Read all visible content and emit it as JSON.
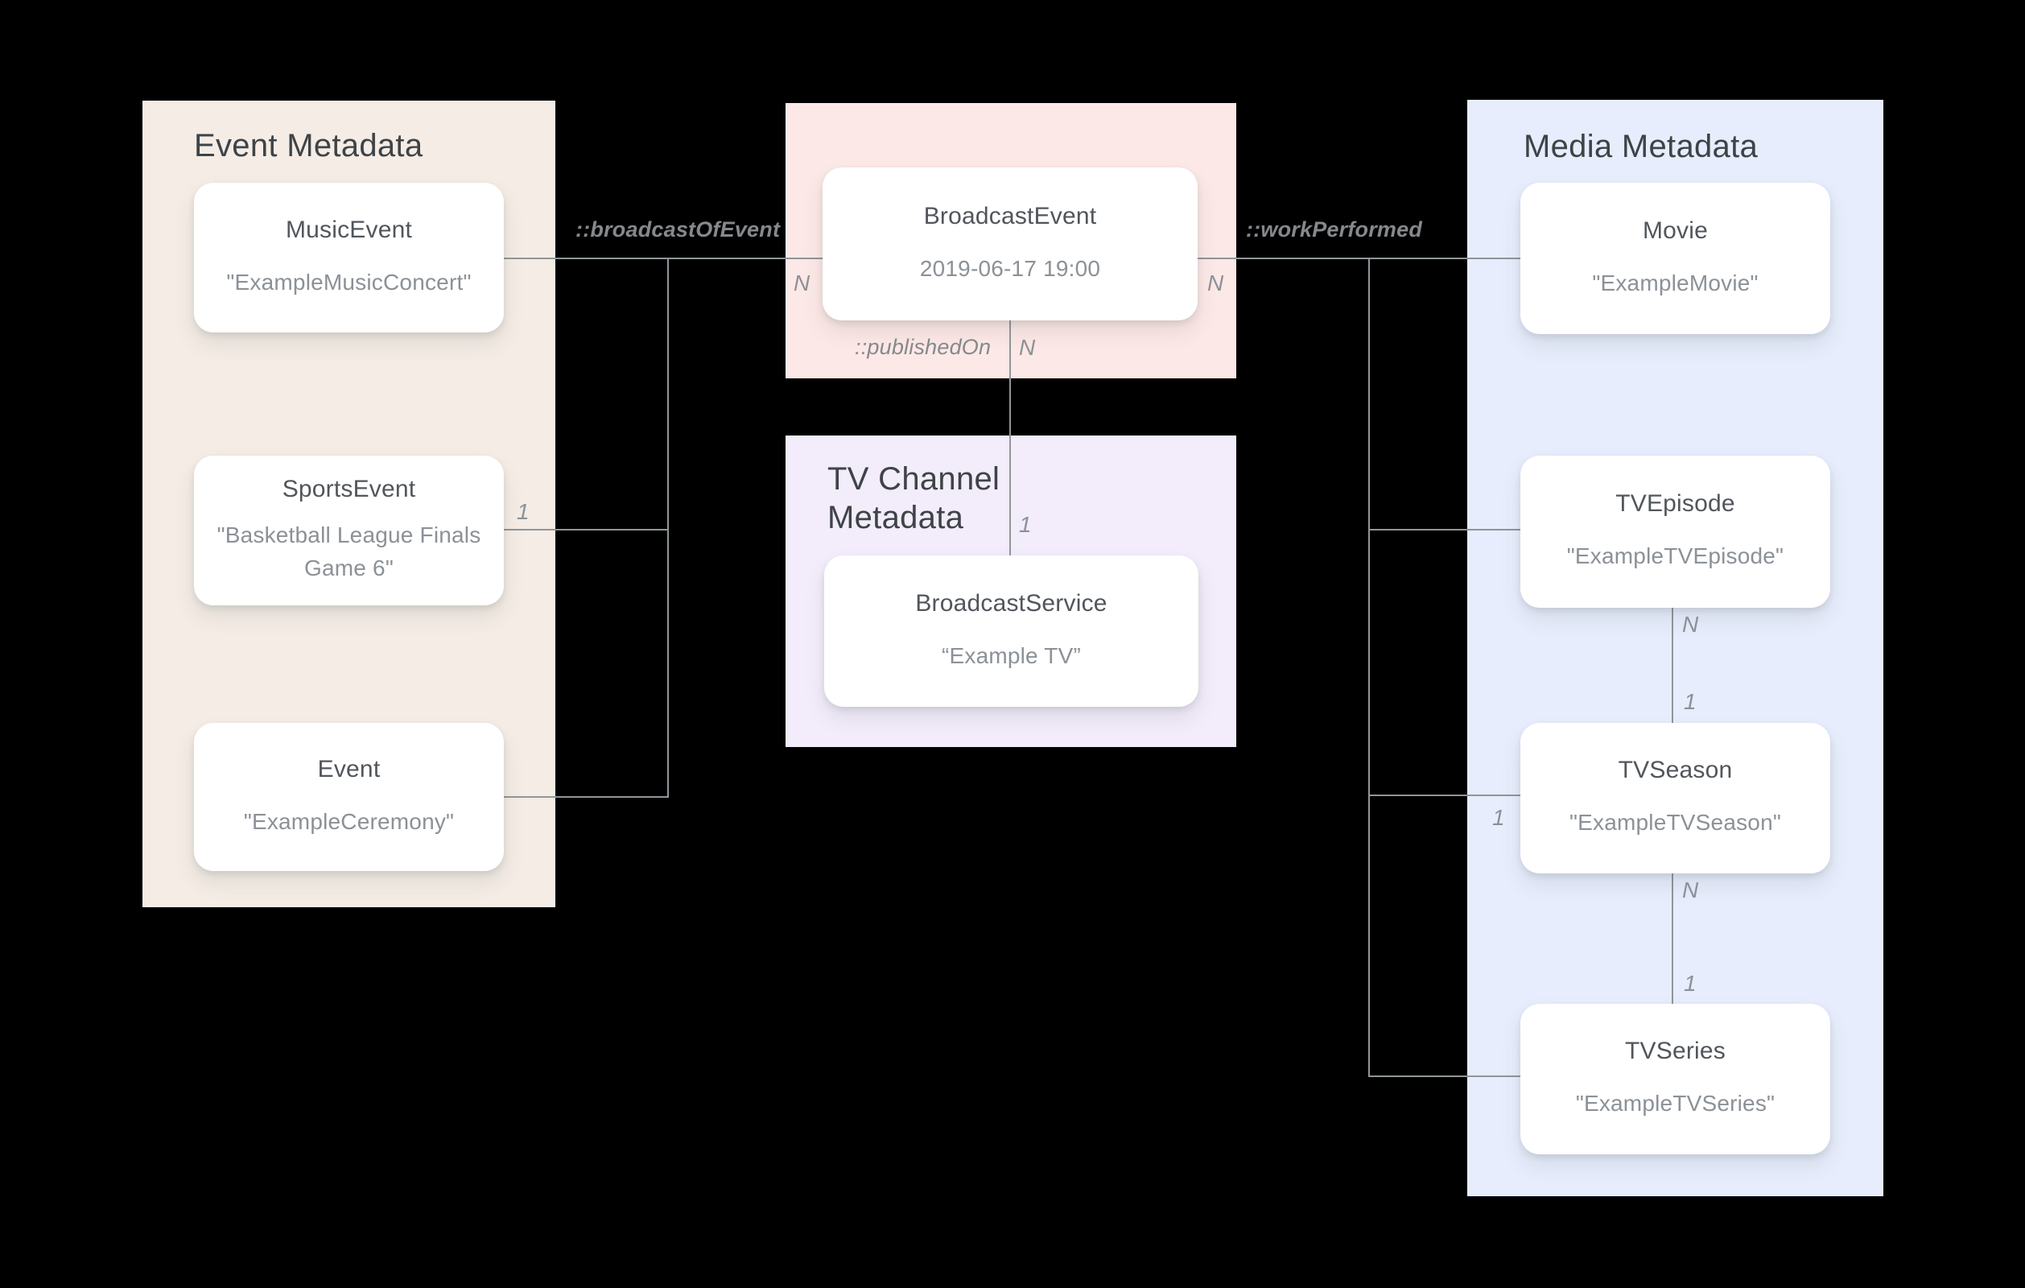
{
  "diagram": {
    "panels": {
      "event": {
        "title": "Event Metadata"
      },
      "tvChannel": {
        "title": "TV Channel\nMetadata"
      },
      "media": {
        "title": "Media Metadata"
      }
    },
    "cards": {
      "musicEvent": {
        "title": "MusicEvent",
        "value": "\"ExampleMusicConcert\""
      },
      "sportsEvent": {
        "title": "SportsEvent",
        "value": "\"Basketball League Finals Game 6\""
      },
      "event": {
        "title": "Event",
        "value": "\"ExampleCeremony\""
      },
      "broadcastEvent": {
        "title": "BroadcastEvent",
        "value": "2019-06-17 19:00"
      },
      "broadcastService": {
        "title": "BroadcastService",
        "value": "“Example TV”"
      },
      "movie": {
        "title": "Movie",
        "value": "\"ExampleMovie\""
      },
      "tvEpisode": {
        "title": "TVEpisode",
        "value": "\"ExampleTVEpisode\""
      },
      "tvSeason": {
        "title": "TVSeason",
        "value": "\"ExampleTVSeason\""
      },
      "tvSeries": {
        "title": "TVSeries",
        "value": "\"ExampleTVSeries\""
      }
    },
    "relations": {
      "broadcastOfEvent": "::broadcastOfEvent",
      "workPerformed": "::workPerformed",
      "publishedOn": "::publishedOn"
    },
    "cardinalities": {
      "broadcastLeftN": "N",
      "sportsOne": "1",
      "workRightN": "N",
      "publishedN": "N",
      "publishedOne": "1",
      "seasonStubOne": "1",
      "episodeSeasonN": "N",
      "episodeSeasonOne": "1",
      "seasonSeriesN": "N",
      "seasonSeriesOne": "1"
    },
    "colors": {
      "background": "#000000",
      "eventPanel": "#f4ece5",
      "broadcastPanel": "#fce8e6",
      "tvChannelPanel": "#f3ecfa",
      "mediaPanel": "#e7edfc",
      "card": "#ffffff",
      "panelTitle": "#3e4347",
      "cardTitle": "#51565c",
      "cardValue": "#8b9197",
      "connector": "#909699",
      "relLabel": "#85898d",
      "numLabel": "#8b9197"
    }
  }
}
